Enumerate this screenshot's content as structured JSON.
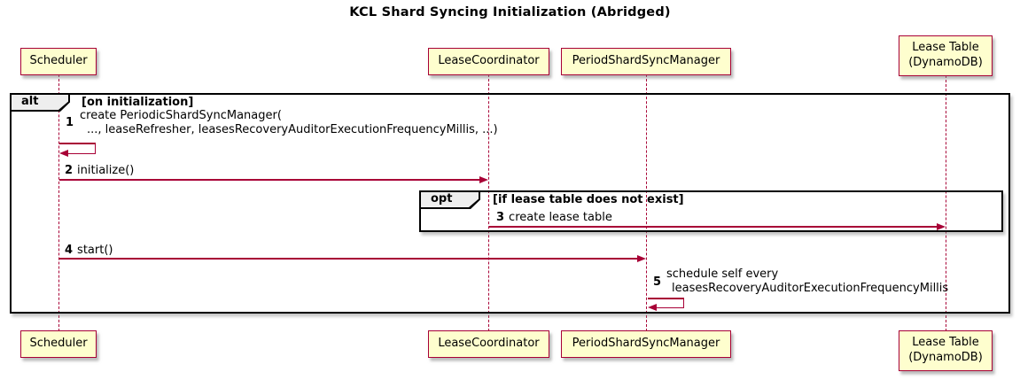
{
  "title": "KCL Shard Syncing Initialization (Abridged)",
  "colors": {
    "arrow": "#A80036",
    "participant_fill": "#FEFECE",
    "participant_border": "#A80036",
    "frame_border": "#000000",
    "frame_label_fill": "#EEEEEE",
    "background": "#FFFFFF",
    "text": "#000000"
  },
  "participants": [
    {
      "name": "Scheduler"
    },
    {
      "name": "LeaseCoordinator"
    },
    {
      "name": "PeriodShardSyncManager"
    },
    {
      "name": "Lease Table",
      "sub": "(DynamoDB)"
    }
  ],
  "frames": {
    "alt": {
      "label": "alt",
      "guard": "[on initialization]"
    },
    "opt": {
      "label": "opt",
      "guard": "[if lease table does not exist]"
    }
  },
  "messages": [
    {
      "num": "1",
      "line1": "create PeriodicShardSyncManager(",
      "line2": "..., leaseRefresher, leasesRecoveryAuditorExecutionFrequencyMillis, ...)",
      "kind": "self",
      "on": "Scheduler"
    },
    {
      "num": "2",
      "text": "initialize()",
      "from": "Scheduler",
      "to": "LeaseCoordinator"
    },
    {
      "num": "3",
      "text": "create lease table",
      "from": "LeaseCoordinator",
      "to": "Lease Table (DynamoDB)"
    },
    {
      "num": "4",
      "text": "start()",
      "from": "Scheduler",
      "to": "PeriodShardSyncManager"
    },
    {
      "num": "5",
      "line1": "schedule self every",
      "line2": "leasesRecoveryAuditorExecutionFrequencyMillis",
      "kind": "self",
      "on": "PeriodShardSyncManager"
    }
  ]
}
